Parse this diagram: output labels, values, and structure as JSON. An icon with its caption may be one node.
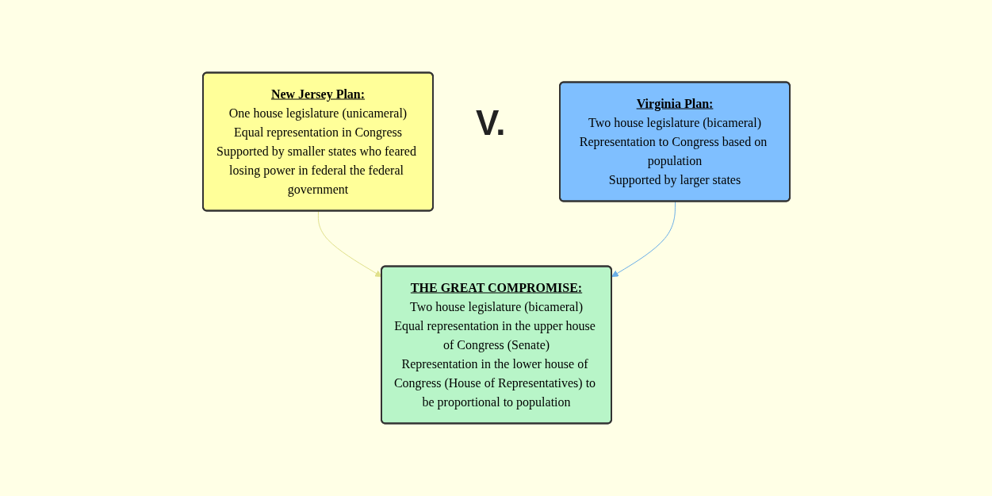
{
  "diagram": {
    "nodes": [
      {
        "text": [
          "New Jersey Plan:",
          "One house legislature (unicameral)",
          "Equal representation in Congress",
          "Supported by smaller states who feared losing power in federal the federal government"
        ]
      },
      {
        "text": [
          "Virginia Plan:",
          "Two house legislature (bicameral)",
          "Representation to Congress based on population",
          "Supported by larger states"
        ]
      },
      {
        "text": [
          "THE GREAT COMPROMISE:",
          "Two house legislature (bicameral)",
          "Equal representation in the upper house of Congress (Senate)",
          "Representation in the lower house of Congress (House of Representatives) to be proportional to population"
        ]
      }
    ],
    "edges": [
      {
        "from": 0,
        "to": 2,
        "arrow": "to",
        "color": "#e0e08a"
      },
      {
        "from": 1,
        "to": 2,
        "arrow": "to",
        "color": "#6aaee6"
      }
    ],
    "labels": [
      "V."
    ]
  }
}
